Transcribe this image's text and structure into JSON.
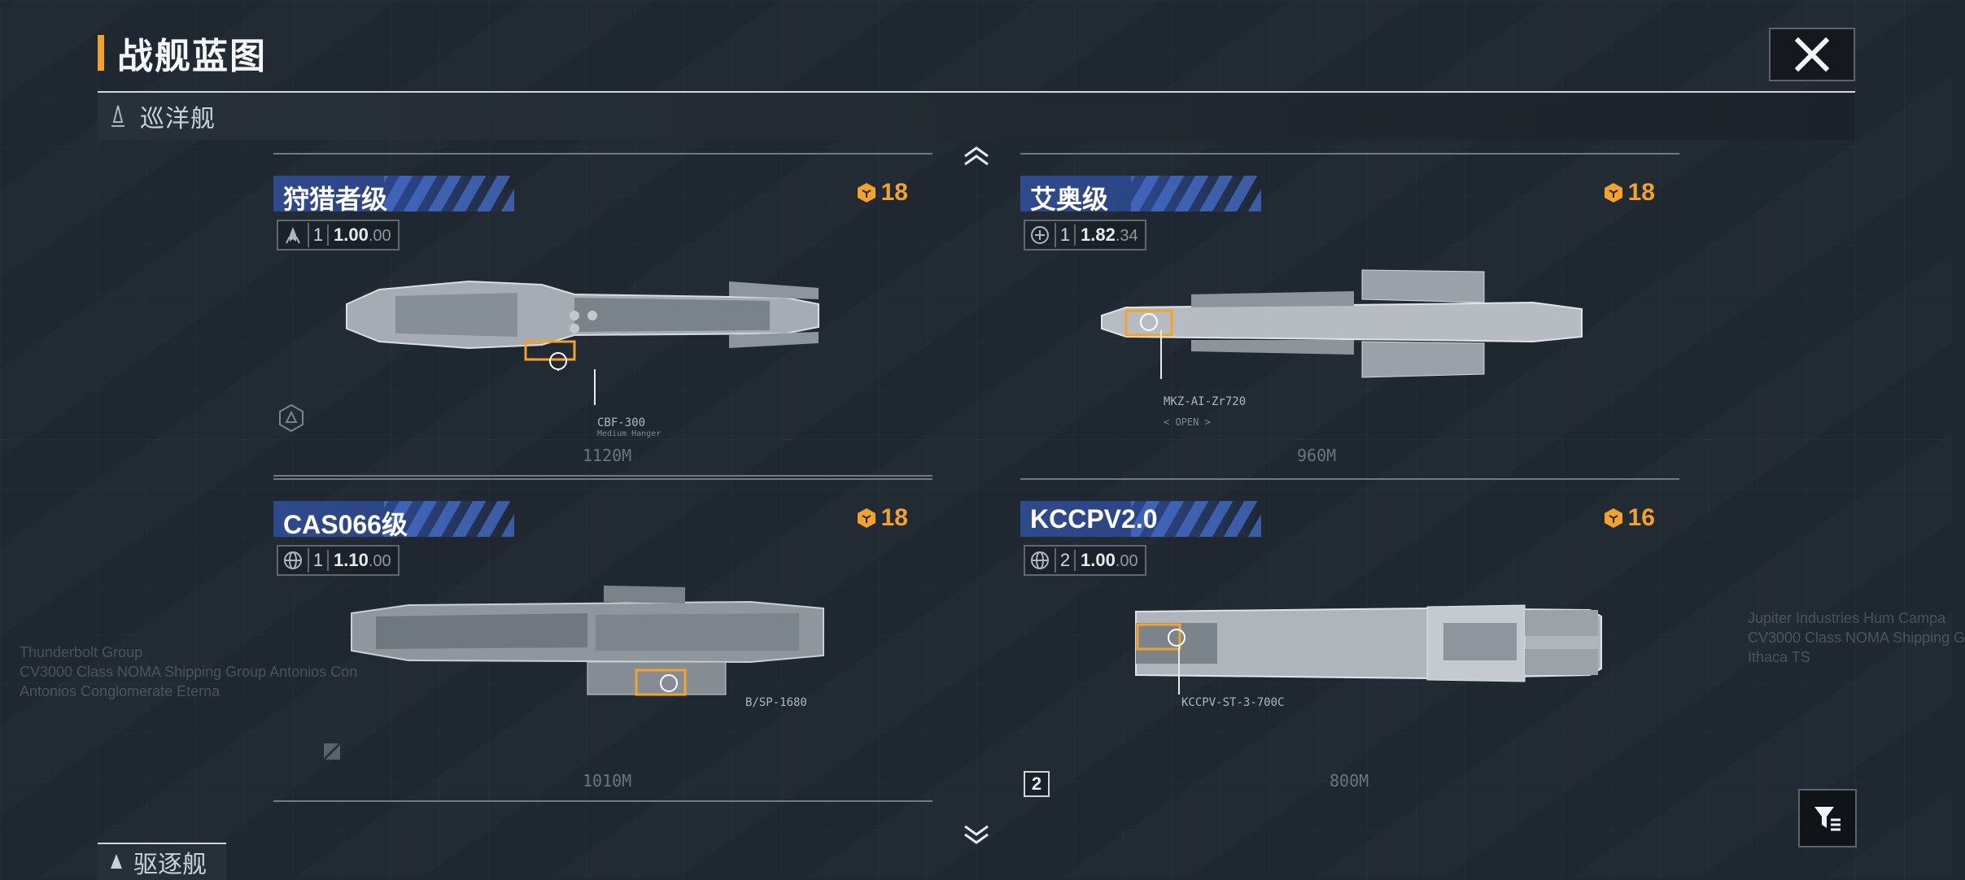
{
  "header": {
    "title": "战舰蓝图"
  },
  "category": {
    "current": "巡洋舰",
    "next": "驱逐舰"
  },
  "ships": [
    {
      "name": "狩猎者级",
      "rating": "18",
      "tier": "1",
      "stat_main": "1.00",
      "stat_sub": ".00",
      "callout": "CBF-300",
      "callout_sub": "Medium Hanger",
      "length": "1120M",
      "icon": "rocket-icon"
    },
    {
      "name": "艾奥级",
      "rating": "18",
      "tier": "1",
      "stat_main": "1.82",
      "stat_sub": ".34",
      "callout": "MKZ-AI-Zr720",
      "callout_sub": "< OPEN >",
      "length": "960M",
      "icon": "faction-emblem-icon"
    },
    {
      "name": "CAS066级",
      "rating": "18",
      "tier": "1",
      "stat_main": "1.10",
      "stat_sub": ".00",
      "callout": "B/SP-1680",
      "callout_sub": "",
      "length": "1010M",
      "icon": "globe-icon"
    },
    {
      "name": "KCCPV2.0",
      "rating": "16",
      "tier": "2",
      "stat_main": "1.00",
      "stat_sub": ".00",
      "callout": "KCCPV-ST-3-700C",
      "callout_sub": "",
      "length": "800M",
      "icon": "globe-icon"
    }
  ],
  "deco": {
    "left": [
      "Thunderbolt Group",
      "CV3000 Class  NOMA Shipping Group Antonios Con",
      "Antonios Conglomerate Eterna"
    ],
    "right": [
      "Jupiter Industries   Hum Campa",
      "CV3000 Class  NOMA Shipping G",
      "Ithaca  TS"
    ]
  },
  "badge_number": "2",
  "colors": {
    "accent": "#f3a329",
    "nameplate": "#2f4a8c",
    "background": "#1f2730"
  }
}
